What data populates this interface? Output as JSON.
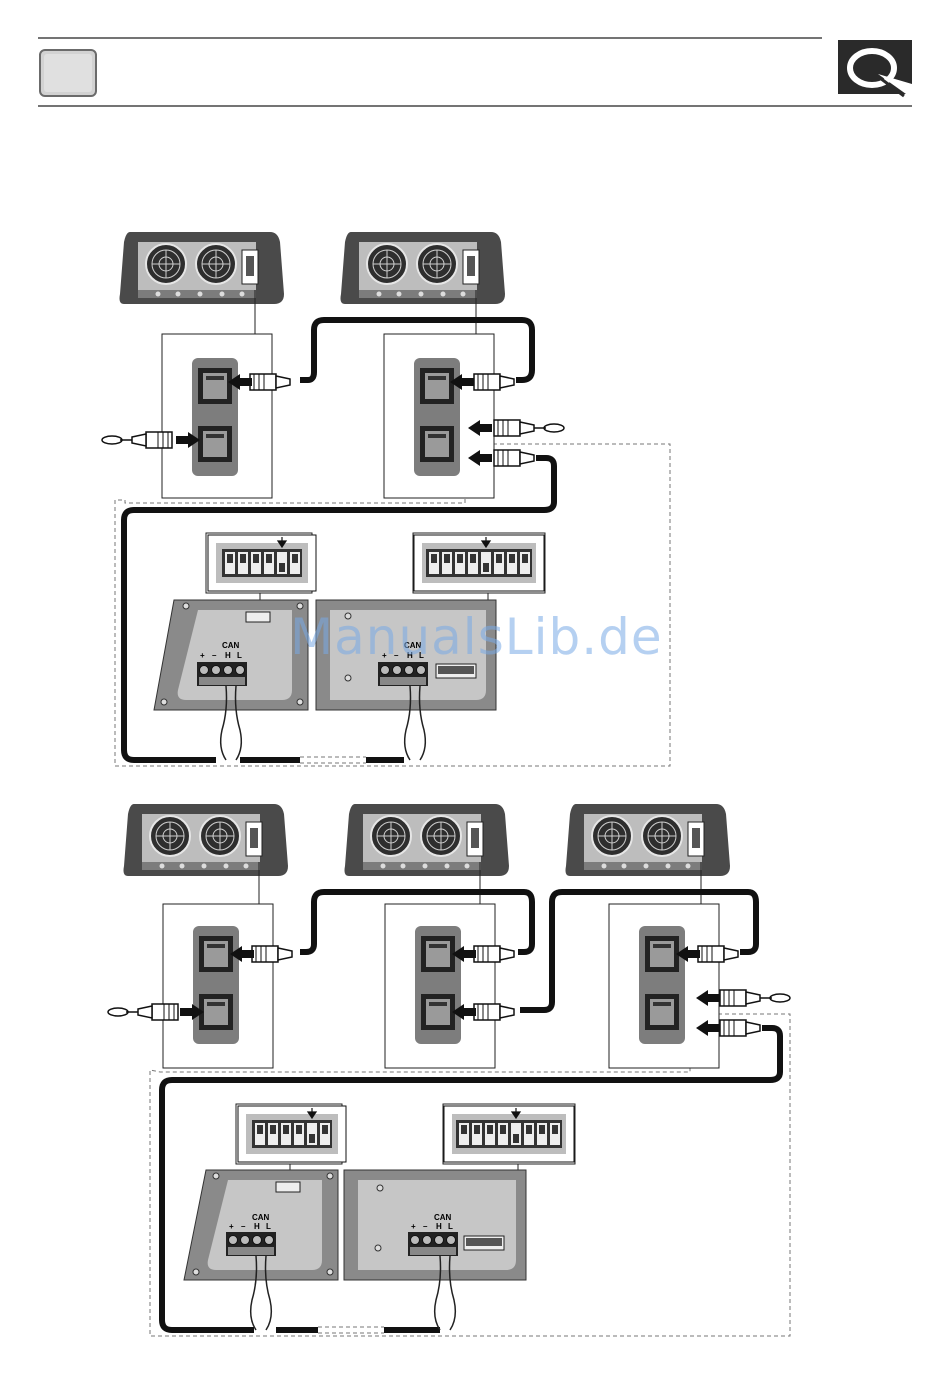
{
  "header": {
    "logo": "logo-q-icon"
  },
  "watermark": "ManualsLib.de",
  "terminal_labels": {
    "can": "CAN",
    "plus": "+",
    "minus": "–",
    "high": "H",
    "low": "L"
  },
  "colors": {
    "unit_body": "#4a4a4a",
    "cable": "#222222",
    "panel": "#9a9a9a",
    "accent": "#c8c8c8"
  }
}
